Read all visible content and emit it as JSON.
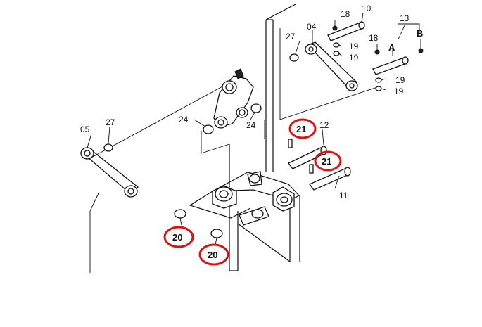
{
  "labels": {
    "p10": "10",
    "p18a": "18",
    "p18b": "18",
    "p19a": "19",
    "p19b": "19",
    "p19c": "19",
    "p19d": "19",
    "p27a": "27",
    "p27b": "27",
    "p04": "04",
    "p13": "13",
    "pA": "A",
    "pB": "B",
    "p24a": "24",
    "p24b": "24",
    "p05": "05",
    "p21a": "21",
    "p21b": "21",
    "p12": "12",
    "p11": "11",
    "p20a": "20",
    "p20b": "20"
  },
  "colors": {
    "highlight": "#d11111",
    "line": "#111111",
    "background": "#ffffff"
  }
}
